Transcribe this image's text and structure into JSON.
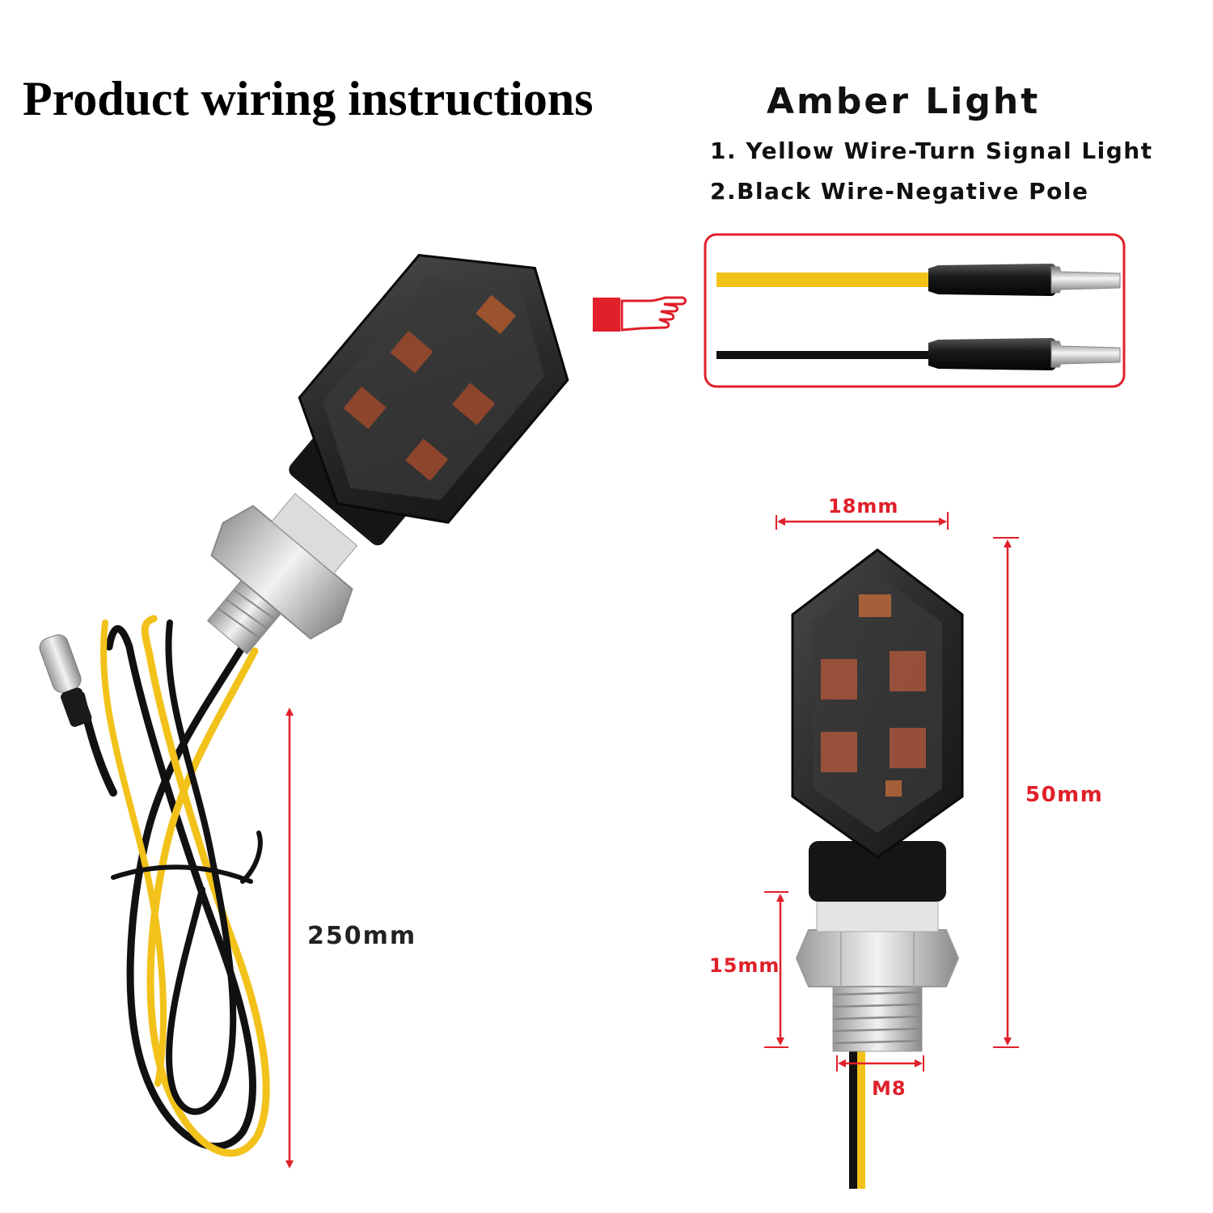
{
  "title": "Product wiring instructions",
  "legend": {
    "heading": "Amber Light",
    "items": [
      "1. Yellow Wire-Turn Signal Light",
      "2.Black Wire-Negative Pole"
    ]
  },
  "dimensions": {
    "cable_length": "250mm",
    "width": "18mm",
    "height": "50mm",
    "bolt_length": "15mm",
    "thread": "M8"
  },
  "colors": {
    "accent_red": "#e0202a",
    "yellow_wire": "#f2c21b",
    "black_wire": "#111111",
    "housing": "#2b2b2b"
  },
  "icons": [
    "pointing-hand-icon"
  ]
}
